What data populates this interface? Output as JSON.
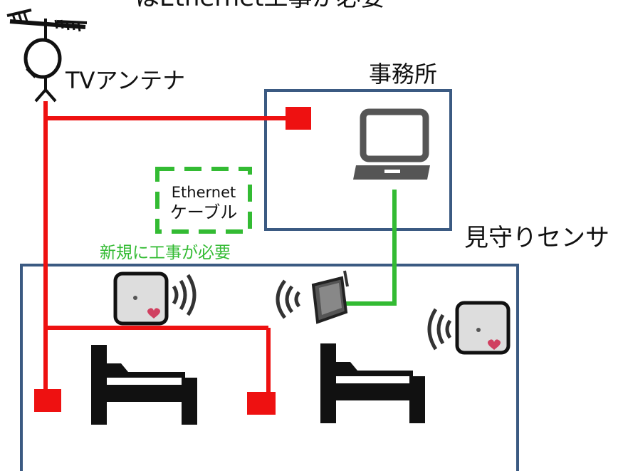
{
  "top_caption_partial": "はEthernet工事が必要",
  "labels": {
    "tv_antenna": "TVアンテナ",
    "office": "事務所",
    "ethernet_line1": "Ethernet",
    "ethernet_line2": "ケーブル",
    "new_construction": "新規に工事が必要",
    "monitoring_sensor": "見守りセンサ"
  },
  "colors": {
    "tv_cable": "#ee1111",
    "ethernet_cable": "#33bb33",
    "room_border": "#3b5a82",
    "text": "#111111",
    "green_text": "#33bb33"
  },
  "icons": [
    "tv-antenna-icon",
    "laptop-icon",
    "router-icon",
    "sensor-icon",
    "bed-icon",
    "wifi-wave-icon",
    "heart-icon",
    "tv-outlet-icon"
  ]
}
